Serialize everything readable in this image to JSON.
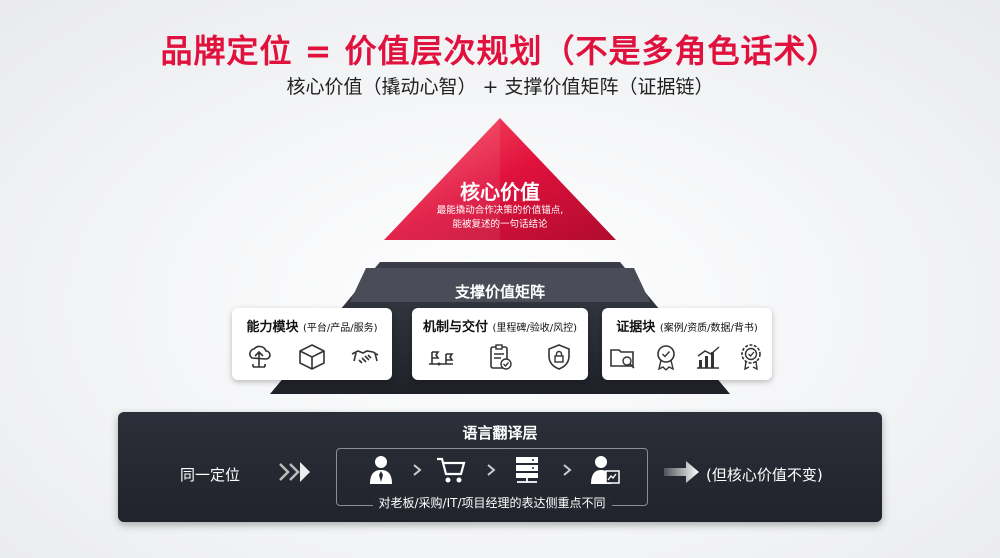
{
  "header": {
    "title": "品牌定位 = 价值层次规划（不是多角色话术）",
    "subtitle": "核心价值（撬动心智） + 支撑价值矩阵（证据链）"
  },
  "apex": {
    "title": "核心价值",
    "desc_line1": "最能撬动合作决策的价值锚点,",
    "desc_line2": "能被复述的一句话结论"
  },
  "middle": {
    "title": "支撑价值矩阵",
    "cards": [
      {
        "title": "能力模块",
        "sub": "(平台/产品/服务)"
      },
      {
        "title": "机制与交付",
        "sub": "(里程碑/验收/风控)"
      },
      {
        "title": "证据块",
        "sub": "(案例/资质/数据/背书)"
      }
    ]
  },
  "bottom": {
    "title": "语言翻译层",
    "left_label": "同一定位",
    "caption": "对老板/采购/IT/项目经理的表达侧重点不同",
    "right_label": "(但核心价值不变)"
  },
  "colors": {
    "accent": "#e0123d",
    "dark": "#262933"
  }
}
